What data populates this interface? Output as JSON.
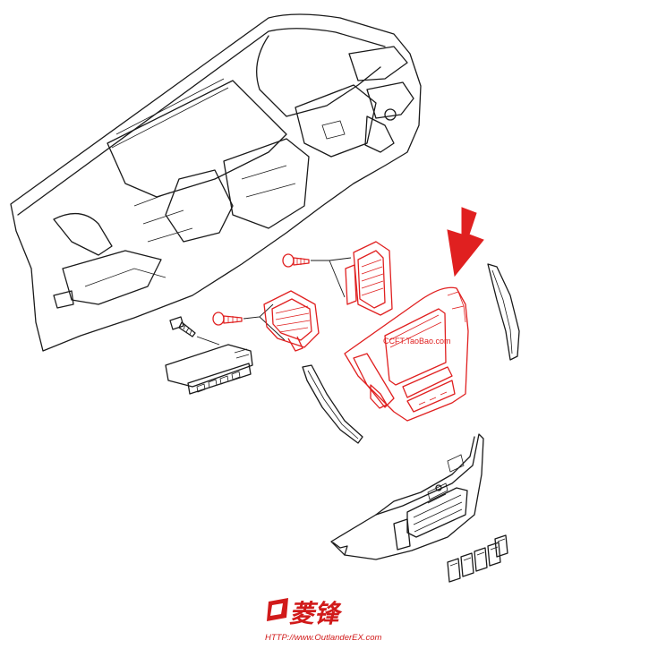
{
  "watermark": "CCFT.TaoBao.com",
  "logo": {
    "brand_text": "菱锋",
    "url": "HTTP://www.OutlanderEX.com"
  },
  "colors": {
    "line": "#1a1a1a",
    "highlight": "#e02020",
    "background": "#ffffff"
  }
}
